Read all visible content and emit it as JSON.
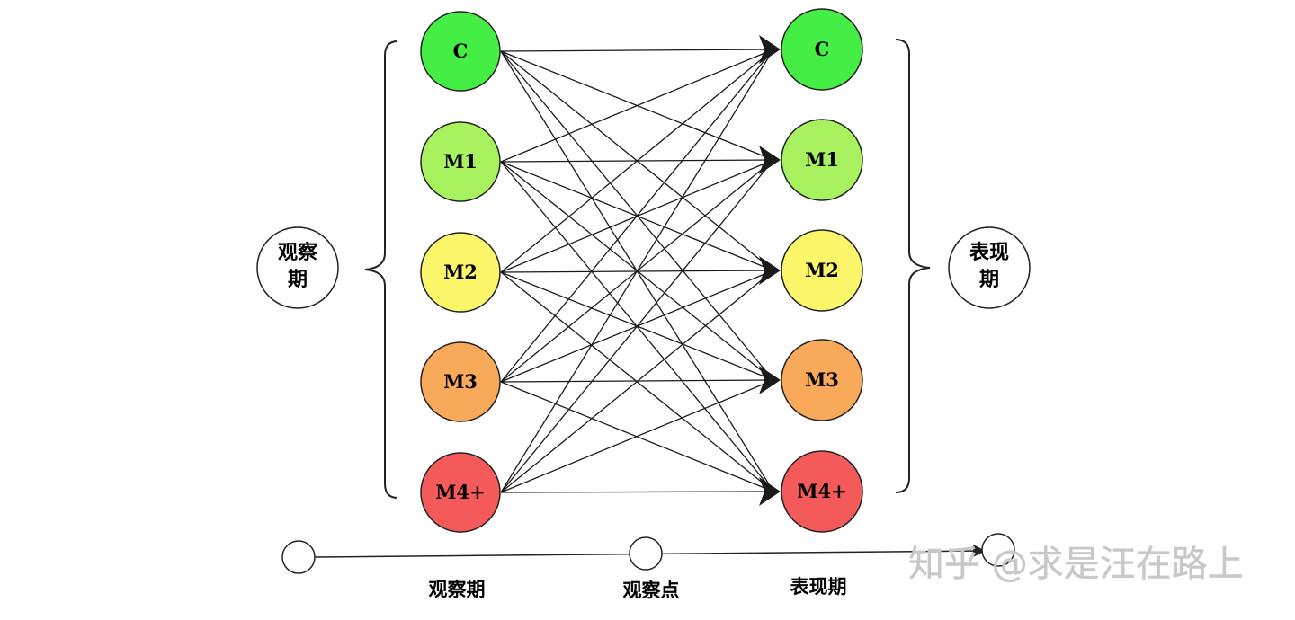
{
  "states": [
    {
      "label": "C",
      "color": "#44ee44"
    },
    {
      "label": "M1",
      "color": "#a8f260"
    },
    {
      "label": "M2",
      "color": "#fcf76a"
    },
    {
      "label": "M3",
      "color": "#f9a95a"
    },
    {
      "label": "M4+",
      "color": "#f55a5a"
    }
  ],
  "left_period": {
    "line1": "观察",
    "line2": "期"
  },
  "right_period": {
    "line1": "表现",
    "line2": "期"
  },
  "timeline": {
    "labels": [
      "观察期",
      "观察点",
      "表现期"
    ]
  },
  "watermark": "知乎 @求是汪在路上",
  "colors": {
    "stroke": "#222222",
    "edge": "#1a1a1a",
    "watermark": "#c8c8c8"
  }
}
